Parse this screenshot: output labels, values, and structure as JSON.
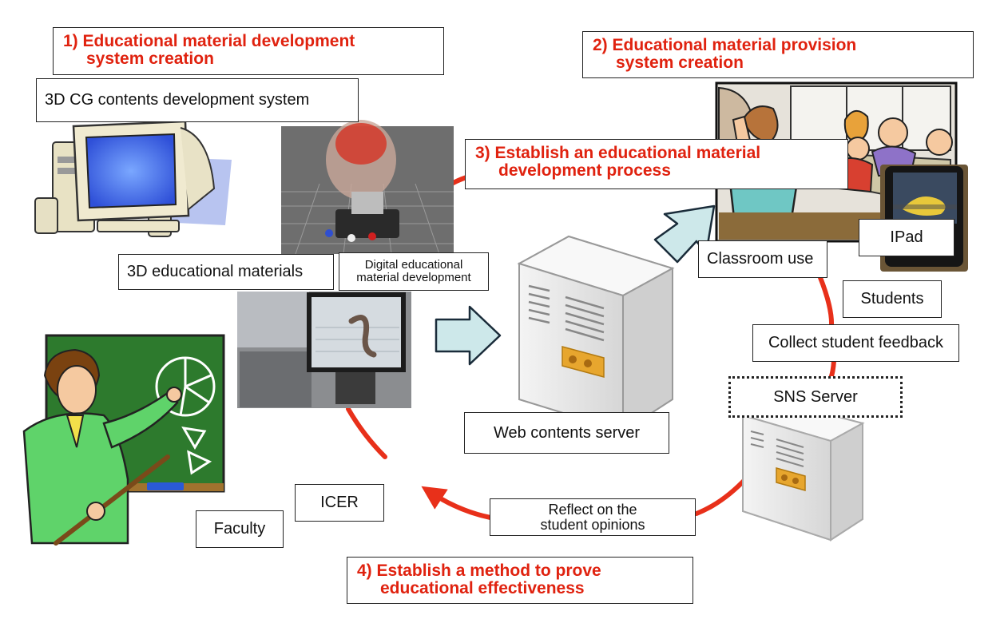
{
  "titles": {
    "t1": [
      "1)  Educational material development",
      "system creation"
    ],
    "t2": [
      "2)  Educational material provision",
      "system creation"
    ],
    "t3": [
      "3)  Establish an educational material",
      "development process"
    ],
    "t4": [
      "4)  Establish a method to prove",
      "educational effectiveness"
    ]
  },
  "labels": {
    "cg_system": "3D CG contents development system",
    "materials_3d": "3D educational materials",
    "digital_dev": [
      "Digital educational",
      "material development"
    ],
    "web_server": "Web contents server",
    "classroom": "Classroom use",
    "ipad": "IPad",
    "students": "Students",
    "feedback": "Collect student feedback",
    "sns": "SNS Server",
    "reflect": [
      "Reflect on the",
      "student opinions"
    ],
    "icer": "ICER",
    "faculty": "Faculty"
  },
  "colors": {
    "title_red": "#e0220f",
    "cycle_arrow": "#e8301a",
    "flow_arrow_fill": "#cde8ea",
    "flow_arrow_stroke": "#1a2c3a"
  },
  "icons": [
    "desktop-computer-icon",
    "head-model-render-icon",
    "lab-photo-icon",
    "teacher-illustration-icon",
    "classroom-illustration-icon",
    "tablet-icon",
    "server-tower-icon"
  ]
}
